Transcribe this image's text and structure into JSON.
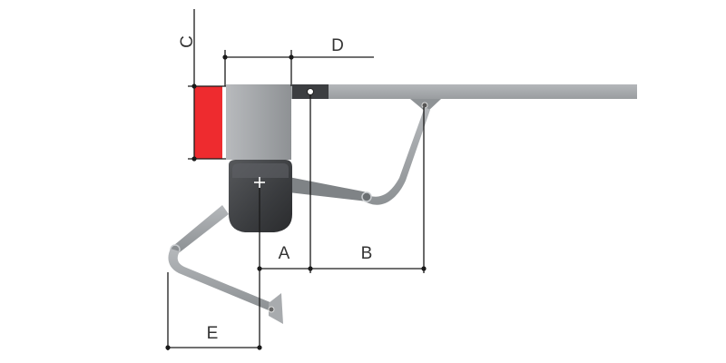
{
  "diagram": {
    "labels": {
      "A": "A",
      "B": "B",
      "C": "C",
      "D": "D",
      "E": "E"
    },
    "colors": {
      "pillar": "#ee2b2f",
      "operator_body": "#a9abae",
      "operator_cover": "#3b3d40",
      "arm": "#9fa3a8",
      "gate_leaf": "#a6a9ac",
      "dimension_line": "#1a1a1a"
    }
  }
}
